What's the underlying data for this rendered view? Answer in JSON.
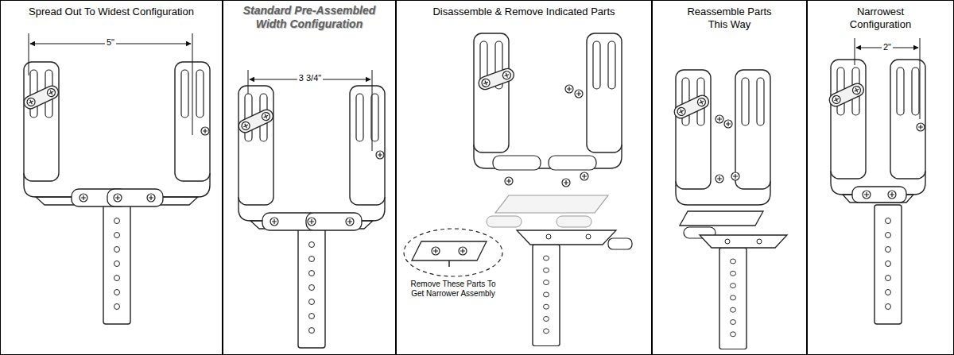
{
  "diagram": {
    "nodes": [
      {
        "text": [
          "Spread Out To Widest Configuration"
        ]
      },
      {
        "text": [
          "Standard Pre-Assembled Width Configuration"
        ]
      },
      {
        "text": [
          "Disassemble & Remove Indicated Parts"
        ]
      },
      {
        "text": [
          "Reassemble Parts This Way"
        ]
      },
      {
        "text": [
          "Narrowest Configuration"
        ]
      }
    ],
    "labels": [
      "5\"",
      "3 3/4\"",
      "Remove These Parts To Get Narrower Assembly",
      "2\""
    ]
  }
}
